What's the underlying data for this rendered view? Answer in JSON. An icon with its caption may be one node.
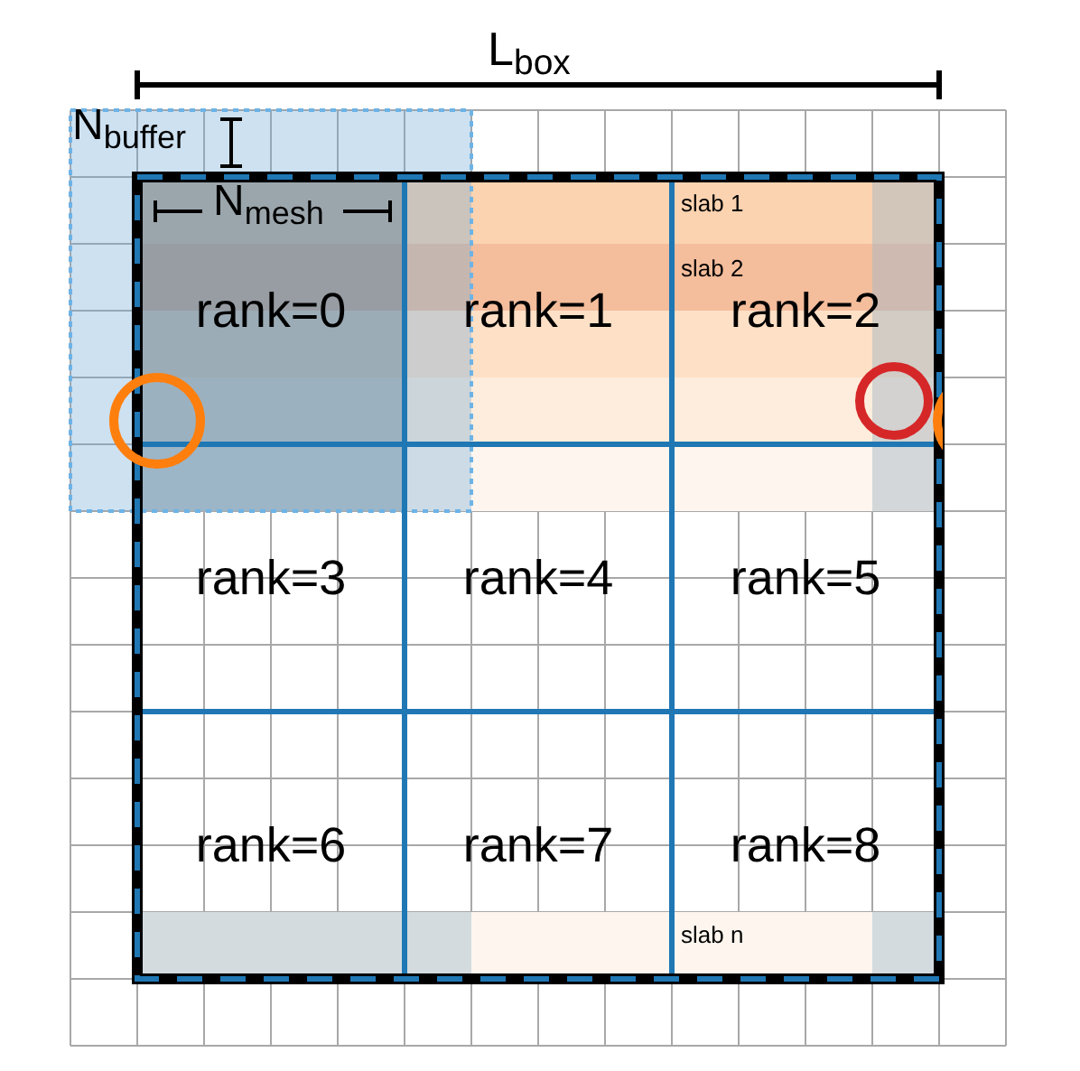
{
  "diagram": {
    "nodes": [
      {
        "text": [
          "rank=0"
        ]
      },
      {
        "text": [
          "rank=1"
        ]
      },
      {
        "text": [
          "rank=2"
        ]
      },
      {
        "text": [
          "rank=3"
        ]
      },
      {
        "text": [
          "rank=4"
        ]
      },
      {
        "text": [
          "rank=5"
        ]
      },
      {
        "text": [
          "rank=6"
        ]
      },
      {
        "text": [
          "rank=7"
        ]
      },
      {
        "text": [
          "rank=8"
        ]
      }
    ],
    "edges": [],
    "labels": [
      "L$_{box}$",
      "N$_{buffer}$",
      "N$_{mesh}$",
      "slab 1",
      "slab 2",
      "slab n"
    ]
  }
}
